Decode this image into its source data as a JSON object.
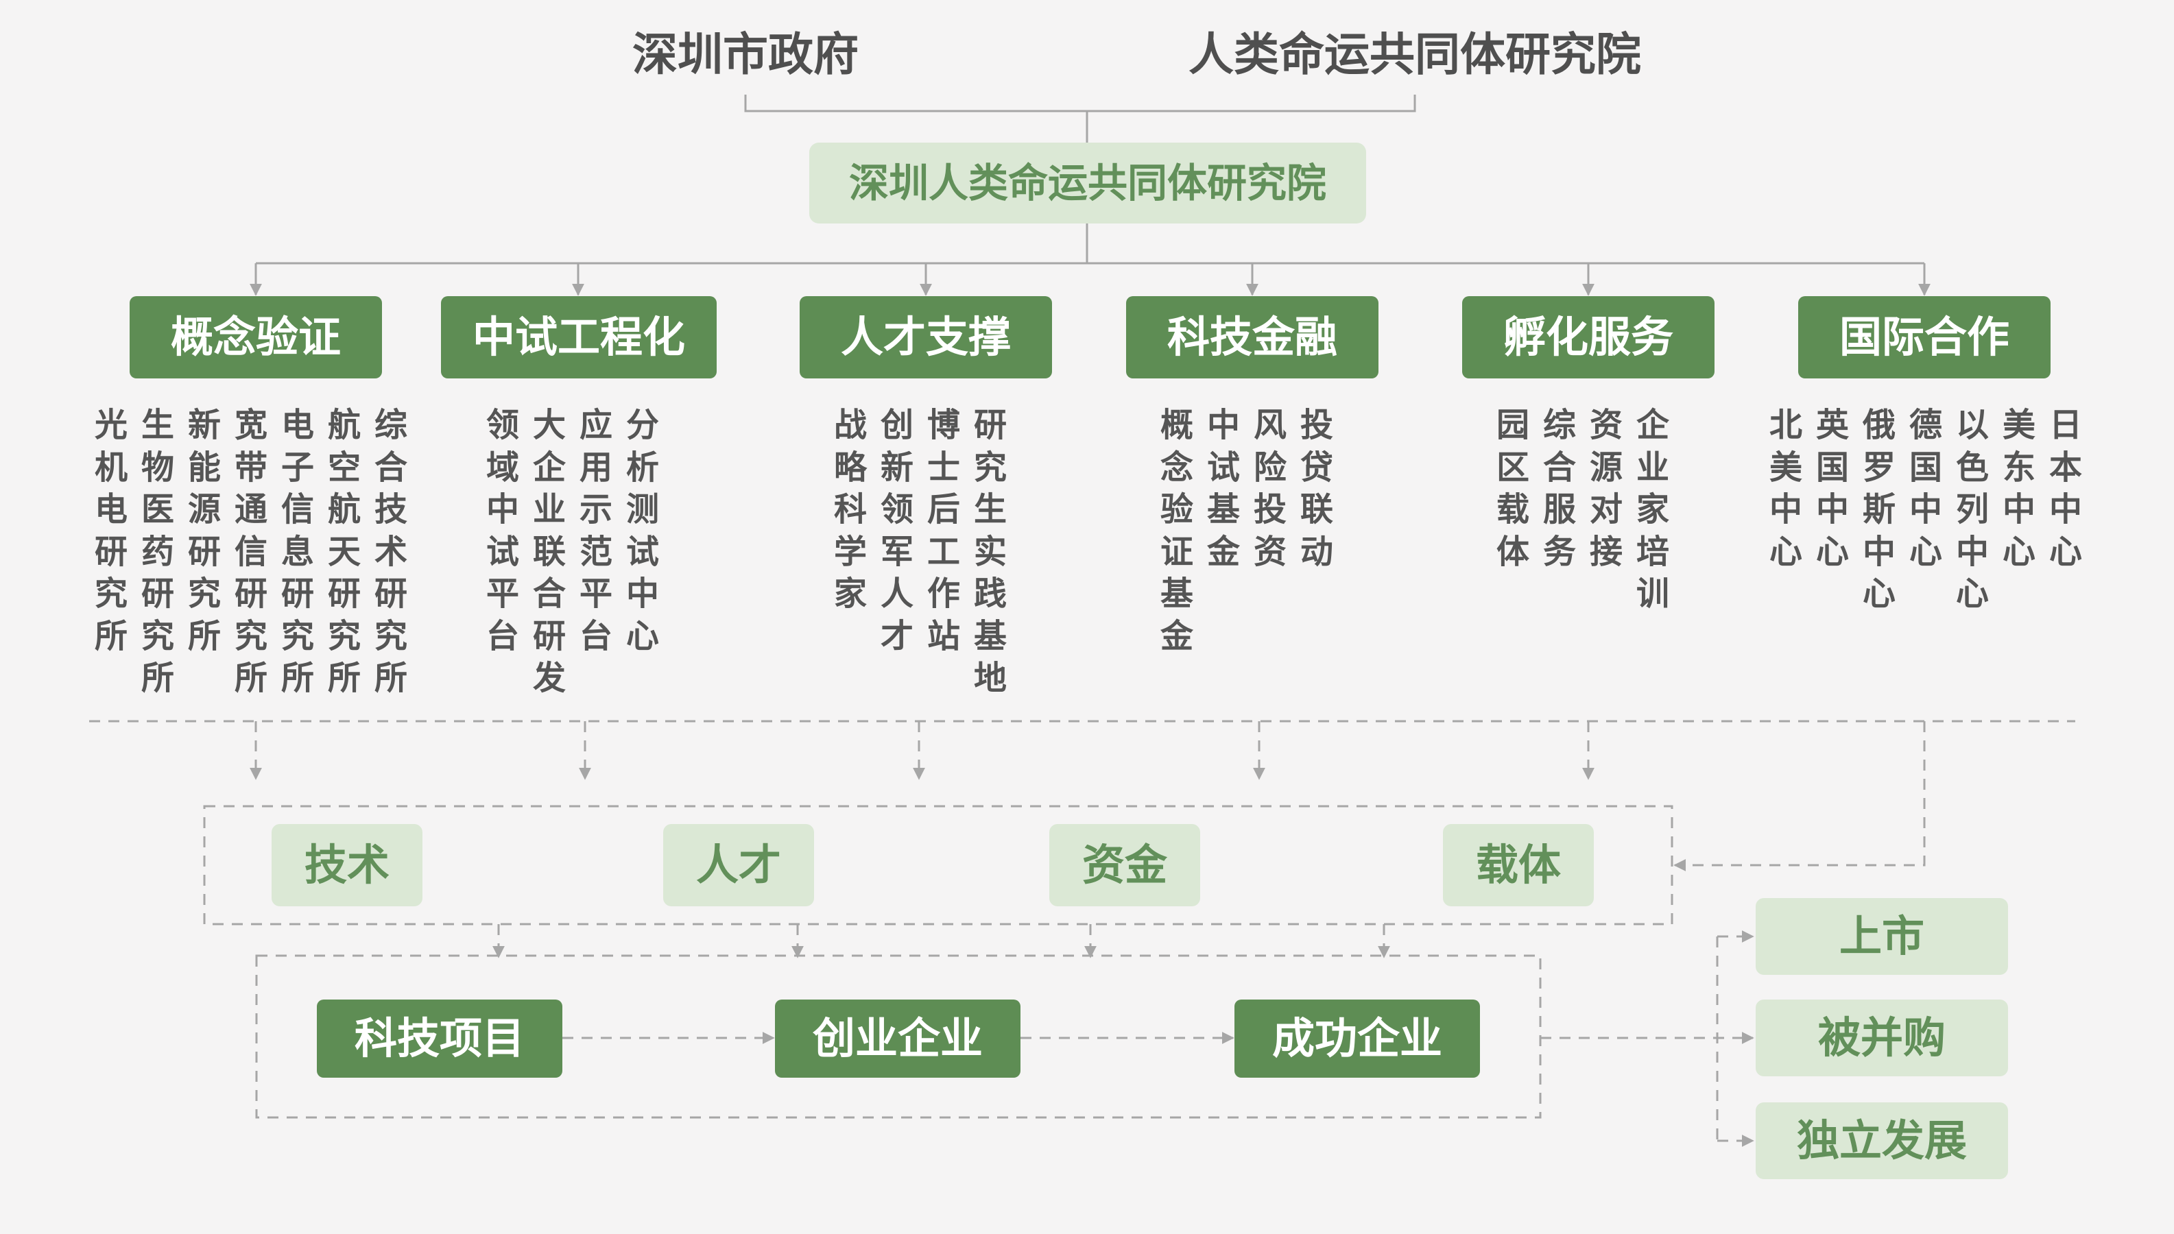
{
  "parents": [
    "深圳市政府",
    "人类命运共同体研究院"
  ],
  "root": "深圳人类命运共同体研究院",
  "categories": [
    {
      "label": "概念验证",
      "items": [
        "光机电研究所",
        "生物医药研究所",
        "新能源研究所",
        "宽带通信研究所",
        "电子信息研究所",
        "航空航天研究所",
        "综合技术研究所"
      ]
    },
    {
      "label": "中试工程化",
      "items": [
        "领域中试平台",
        "大企业联合研发",
        "应用示范平台",
        "分析测试中心"
      ]
    },
    {
      "label": "人才支撑",
      "items": [
        "战略科学家",
        "创新领军人才",
        "博士后工作站",
        "研究生实践基地"
      ]
    },
    {
      "label": "科技金融",
      "items": [
        "概念验证基金",
        "中试基金",
        "风险投资",
        "投贷联动"
      ]
    },
    {
      "label": "孵化服务",
      "items": [
        "园区载体",
        "综合服务",
        "资源对接",
        "企业家培训"
      ]
    },
    {
      "label": "国际合作",
      "items": [
        "北美中心",
        "英国中心",
        "俄罗斯中心",
        "德国中心",
        "以色列中心",
        "美东中心",
        "日本中心"
      ]
    }
  ],
  "resources": [
    "技术",
    "人才",
    "资金",
    "载体"
  ],
  "flow": [
    "科技项目",
    "创业企业",
    "成功企业"
  ],
  "outcomes": [
    "上市",
    "被并购",
    "独立发展"
  ],
  "colors": {
    "dark_green": "#5e8d54",
    "light_green": "#dbe8d5",
    "green_text": "#62905a",
    "line_gray": "#a6a6a6",
    "text_gray": "#555555"
  }
}
